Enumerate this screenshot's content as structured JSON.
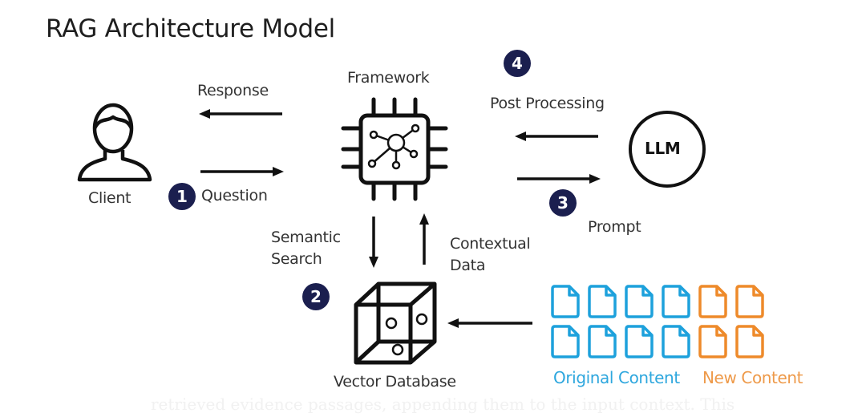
{
  "title": "RAG Architecture Model",
  "nodes": {
    "client": "Client",
    "framework": "Framework",
    "llm": "LLM",
    "vector_db": "Vector Database"
  },
  "flows": {
    "response": "Response",
    "question": "Question",
    "post_processing": "Post Processing",
    "prompt": "Prompt",
    "semantic_search_line1": "Semantic",
    "semantic_search_line2": "Search",
    "contextual_data_line1": "Contextual",
    "contextual_data_line2": "Data"
  },
  "steps": {
    "one": "1",
    "two": "2",
    "three": "3",
    "four": "4"
  },
  "content_sources": {
    "original": {
      "label": "Original Content",
      "doc_count": 8,
      "color": "#1da1dc"
    },
    "new": {
      "label": "New Content",
      "doc_count": 4,
      "color": "#ee8a2a"
    }
  },
  "colors": {
    "badge": "#1b1f4f",
    "stroke": "#111111"
  },
  "caption": "retrieved evidence passages, appending them to the input context. This"
}
